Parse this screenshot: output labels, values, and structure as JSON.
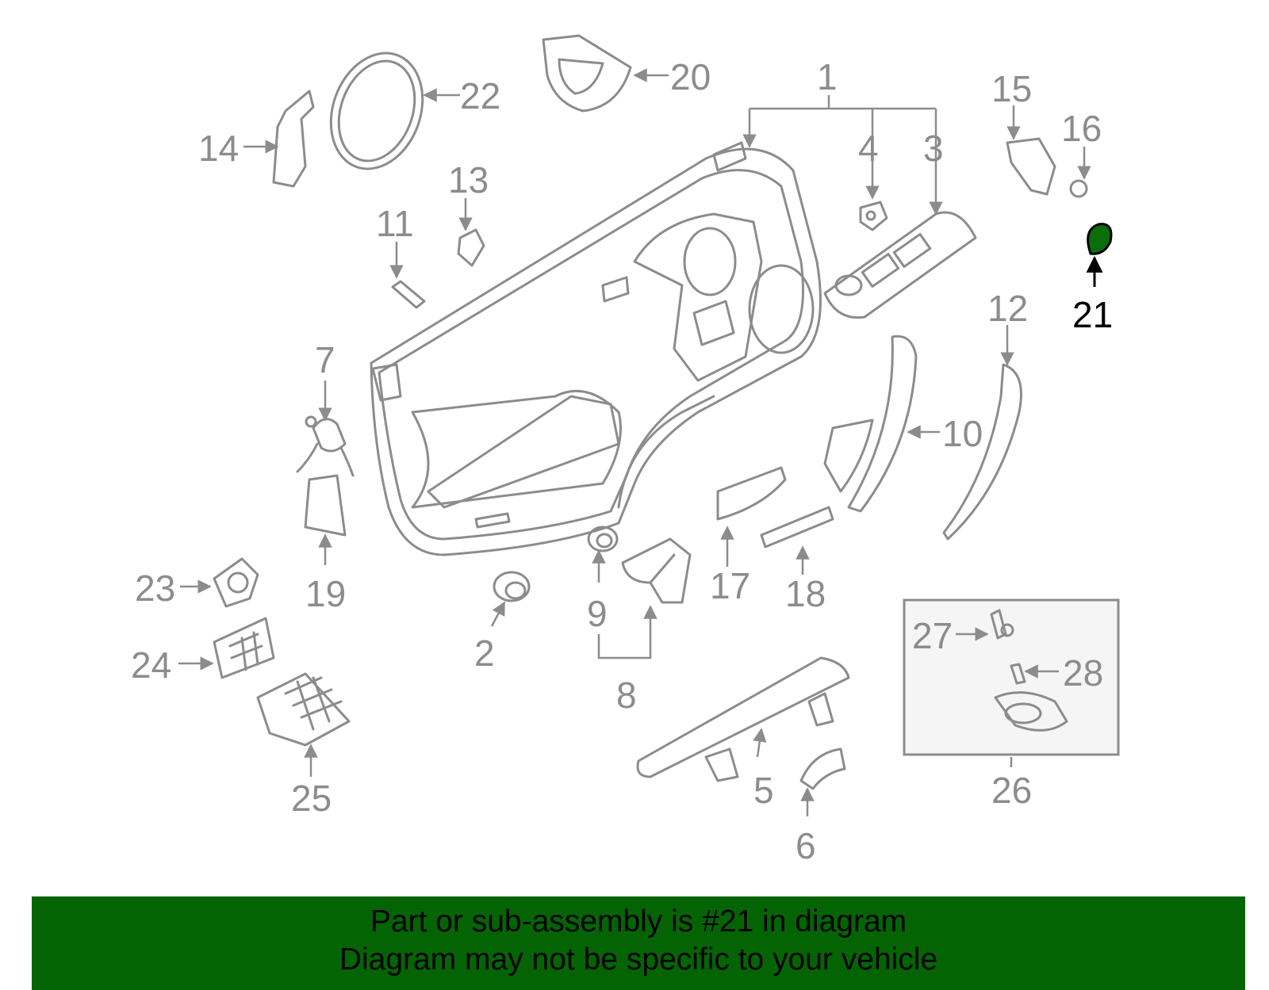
{
  "colors": {
    "part_stroke": "#8c8c8c",
    "highlight_fill": "#0a6e0a",
    "banner_bg": "#046404",
    "banner_text": "#000000"
  },
  "callouts": {
    "c1": "1",
    "c2": "2",
    "c3": "3",
    "c4": "4",
    "c5": "5",
    "c6": "6",
    "c7": "7",
    "c8": "8",
    "c9": "9",
    "c10": "10",
    "c11": "11",
    "c12": "12",
    "c13": "13",
    "c14": "14",
    "c15": "15",
    "c16": "16",
    "c17": "17",
    "c18": "18",
    "c19": "19",
    "c20": "20",
    "c21": "21",
    "c22": "22",
    "c23": "23",
    "c24": "24",
    "c25": "25",
    "c26": "26",
    "c27": "27",
    "c28": "28"
  },
  "highlighted_part": "21",
  "banner": {
    "line1": "Part or sub-assembly is #21 in diagram",
    "line2": "Diagram may not be specific to your vehicle"
  }
}
